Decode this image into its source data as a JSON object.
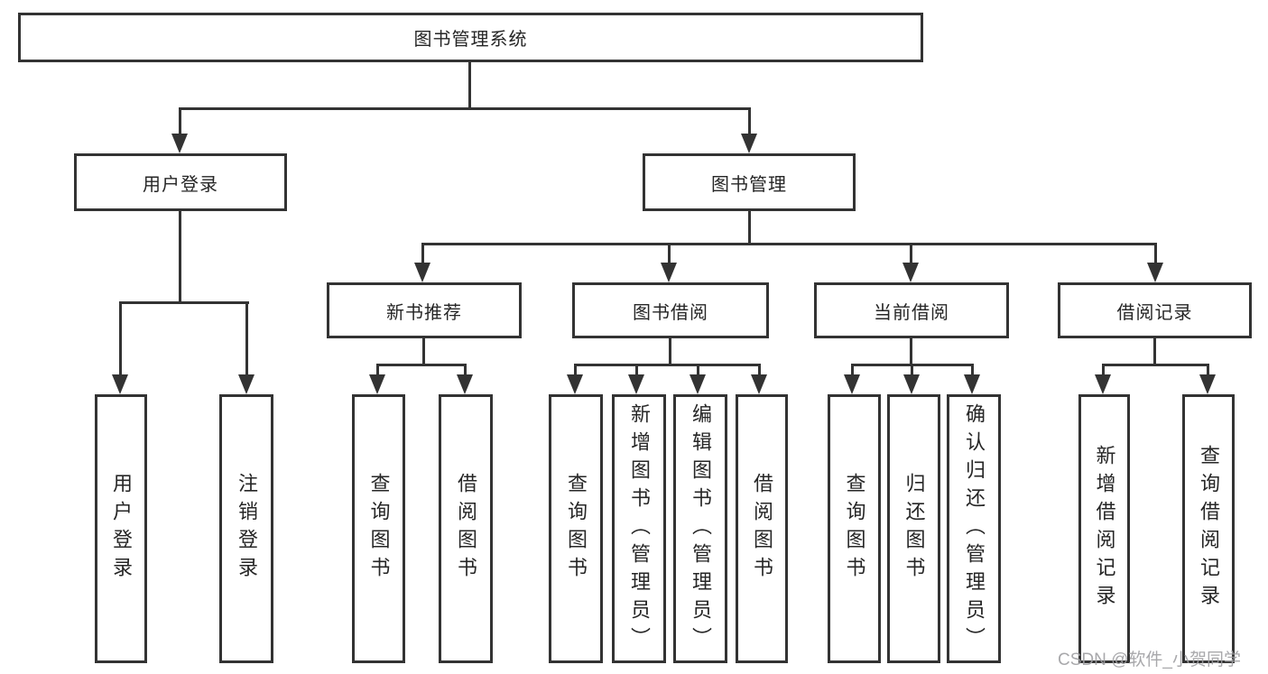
{
  "diagram": {
    "root": {
      "label": "图书管理系统"
    },
    "level2": [
      {
        "label": "用户登录"
      },
      {
        "label": "图书管理"
      }
    ],
    "level3": [
      {
        "label": "新书推荐"
      },
      {
        "label": "图书借阅"
      },
      {
        "label": "当前借阅"
      },
      {
        "label": "借阅记录"
      }
    ],
    "leaves": {
      "user_login": [
        {
          "label": "用户登录"
        },
        {
          "label": "注销登录"
        }
      ],
      "new_book_recommend": [
        {
          "label": "查询图书"
        },
        {
          "label": "借阅图书"
        }
      ],
      "book_borrow": [
        {
          "label": "查询图书"
        },
        {
          "label": "新增图书（管理员）"
        },
        {
          "label": "编辑图书（管理员）"
        },
        {
          "label": "借阅图书"
        }
      ],
      "current_borrow": [
        {
          "label": "查询图书"
        },
        {
          "label": "归还图书"
        },
        {
          "label": "确认归还（管理员）"
        }
      ],
      "borrow_records": [
        {
          "label": "新增借阅记录"
        },
        {
          "label": "查询借阅记录"
        }
      ]
    }
  },
  "watermark": "CSDN @软件_小贺同学",
  "colors": {
    "line": "#333333",
    "text": "#262626",
    "background": "#ffffff",
    "watermark": "#9e9ea2"
  }
}
